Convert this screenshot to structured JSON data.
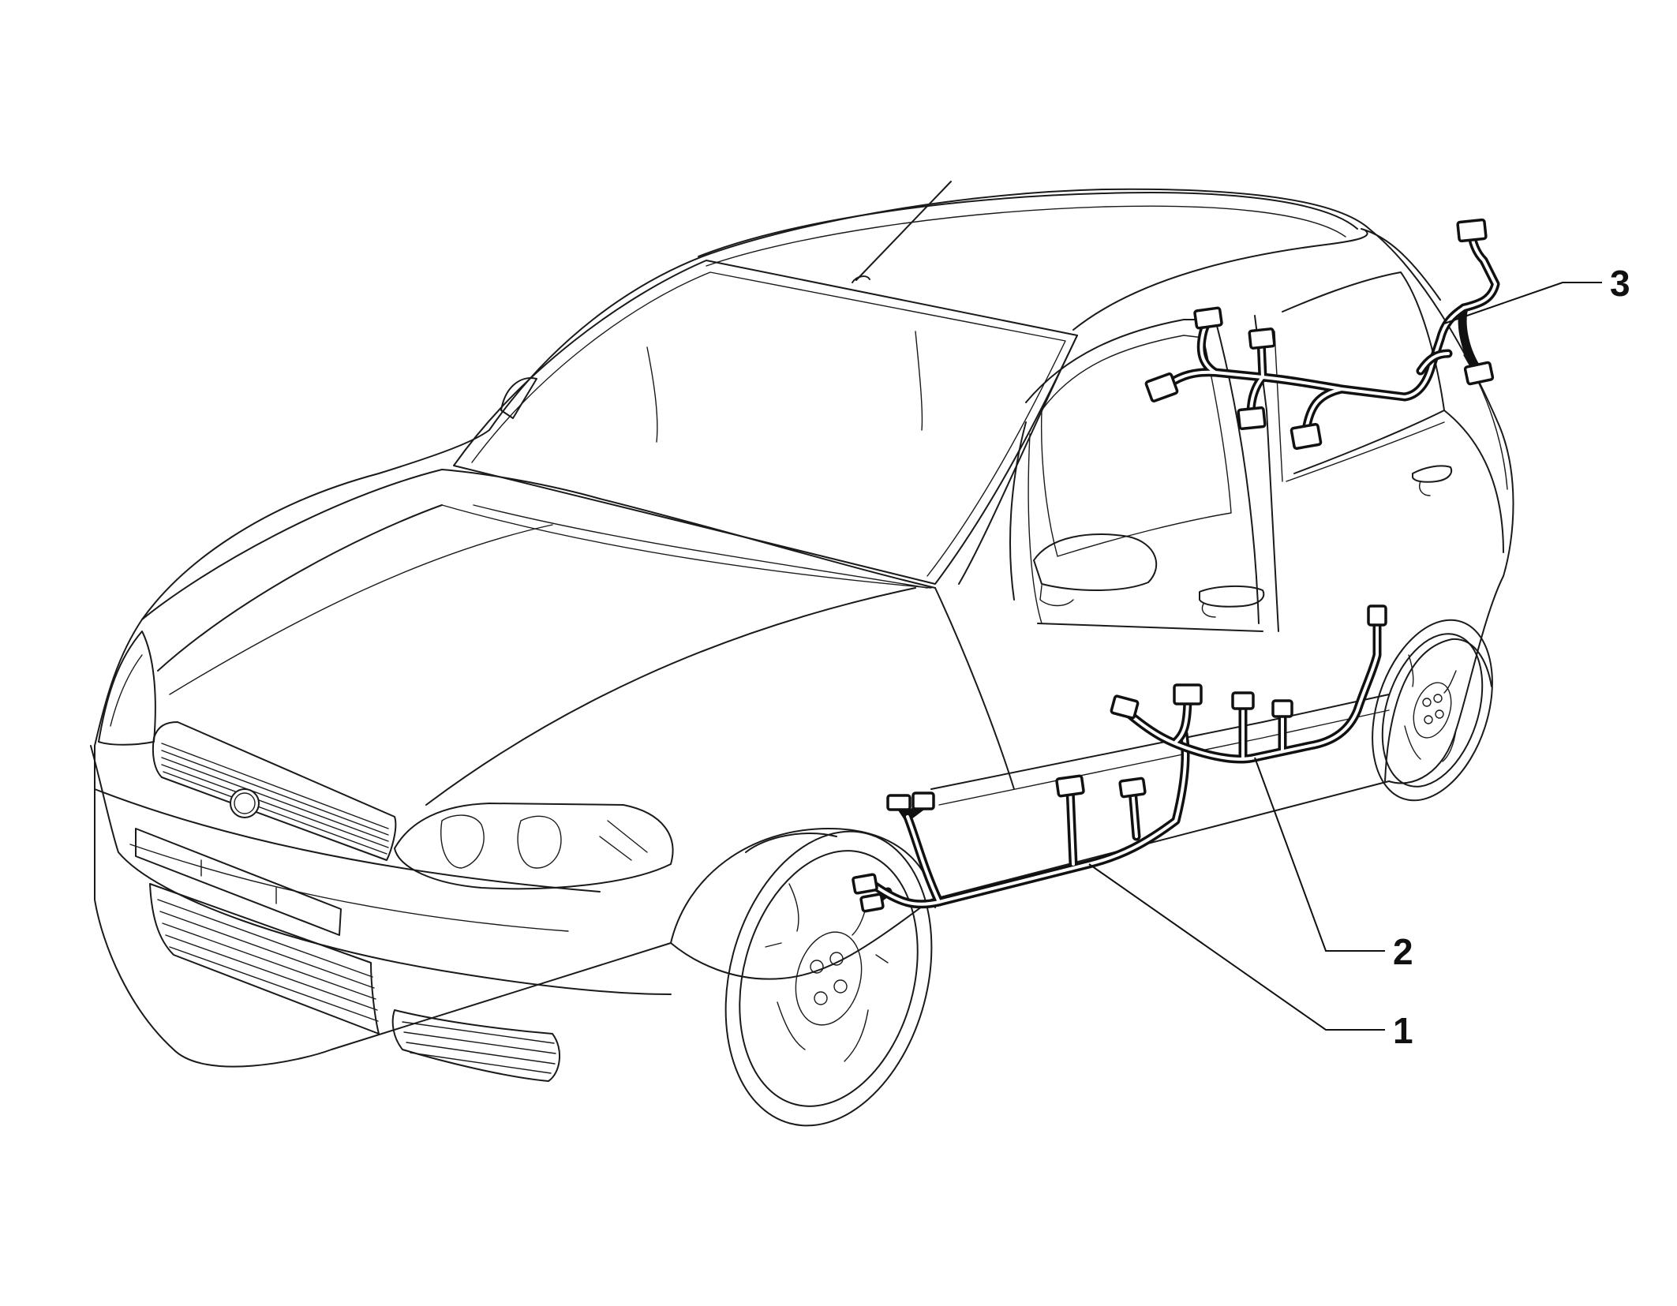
{
  "diagram": {
    "subject": "car-wiring-harness",
    "callouts": [
      {
        "id": "front-door-harness",
        "label": "1"
      },
      {
        "id": "rear-door-harness",
        "label": "2"
      },
      {
        "id": "roof-harness",
        "label": "3"
      }
    ],
    "colors": {
      "line": "#1a1a1a",
      "harness": "#111111",
      "background": "#ffffff"
    }
  }
}
